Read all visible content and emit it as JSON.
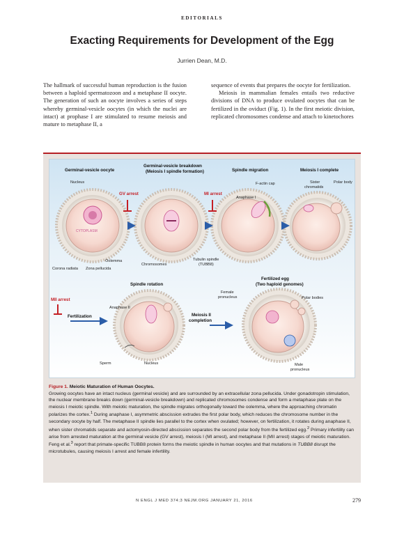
{
  "header": {
    "section": "EDITORIALS",
    "title": "Exacting Requirements for Development of the Egg",
    "author": "Jurrien Dean, M.D."
  },
  "body": {
    "left_col": "The hallmark of successful human reproduction is the fusion between a haploid spermatozoon and a metaphase II oocyte. The generation of such an oocyte involves a series of steps whereby germinal-vesicle oocytes (in which the nuclei are intact) at prophase I are stimulated to resume meiosis and mature to metaphase II, a",
    "right_col_p1": "sequence of events that prepares the oocyte for fertilization.",
    "right_col_p2": "Meiosis in mammalian females entails two reductive divisions of DNA to produce ovulated oocytes that can be fertilized in the oviduct (Fig. 1). In the first meiotic division, replicated chromosomes condense and attach to kinetochores"
  },
  "figure": {
    "stages": {
      "gv_oocyte": "Germinal-vesicle oocyte",
      "gvbd": "Germinal-vesicle breakdown",
      "gvbd_sub": "(Meiosis I spindle formation)",
      "spindle_migration": "Spindle migration",
      "meiosis_complete": "Meiosis I complete",
      "spindle_rotation": "Spindle rotation",
      "meiosis2": "Meiosis II",
      "meiosis2_sub": "completion",
      "fertilized": "Fertilized egg",
      "fertilized_sub": "(Two haploid genomes)"
    },
    "labels": {
      "nucleus": "Nucleus",
      "cytoplasm": "CYTOPLASM",
      "oolemma": "Oolemma",
      "corona": "Corona radiata",
      "zona": "Zona pellucida",
      "chromosomes": "Chromosomes",
      "tubulin": "Tubulin spindle",
      "tubulin_sub": "(TUBB8)",
      "factin": "F-actin cap",
      "anaphase1": "Anaphase I",
      "sister": "Sister",
      "sister_sub": "chromatids",
      "polar_body": "Polar body",
      "anaphase2": "Anaphase II",
      "sperm": "Sperm",
      "nucleus2": "Nucleus",
      "female_pronucleus": "Female",
      "female_pronucleus_sub": "pronucleus",
      "polar_bodies": "Polar bodies",
      "male_pronucleus": "Male",
      "male_pronucleus_sub": "pronucleus",
      "fertilization": "Fertilization"
    },
    "arrests": {
      "gv": "GV arrest",
      "mi": "MI arrest",
      "mii": "MII arrest"
    },
    "colors": {
      "accent_red": "#c41e24",
      "arrow_blue": "#2b5da8",
      "chromatin_pink": "#c9558f"
    },
    "caption": {
      "fig_num": "Figure 1.",
      "title": "Meiotic Maturation of Human Oocytes.",
      "text_a": "Growing oocytes have an intact nucleus (germinal vesicle) and are surrounded by an extracellular zona pellucida. Under gonadotropin stimulation, the nuclear membrane breaks down (germinal-vesicle breakdown) and replicated chromosomes condense and form a metaphase plate on the meiosis I meiotic spindle. With meiotic maturation, the spindle migrates orthogonally toward the oolemma, where the approaching chromatin polarizes the cortex.",
      "ref1": "1",
      "text_b": " During anaphase I, asymmetric abscission extrudes the first polar body, which reduces the chromosome number in the secondary oocyte by half. The metaphase II spindle lies parallel to the cortex when ovulated; however, on fertilization, it rotates during anaphase II, when sister chromatids separate and actomyosin-directed abscission separates the second polar body from the fertilized egg.",
      "ref2": "2",
      "text_c": " Primary infertility can arise from arrested maturation at the germinal vesicle (GV arrest), meiosis I (MI arrest), and metaphase II (MII arrest) stages of meiotic maturation. Feng et al.",
      "ref3": "3",
      "text_d": " report that primate-specific TUBB8 protein forms the meiotic spindle in human oocytes and that mutations in ",
      "gene": "TUBB8",
      "text_e": " disrupt the microtubules, causing meiosis I arrest and female infertility."
    }
  },
  "footer": {
    "citation": "N ENGL J MED 374;3   NEJM.ORG   JANUARY 21, 2016",
    "page": "279"
  }
}
